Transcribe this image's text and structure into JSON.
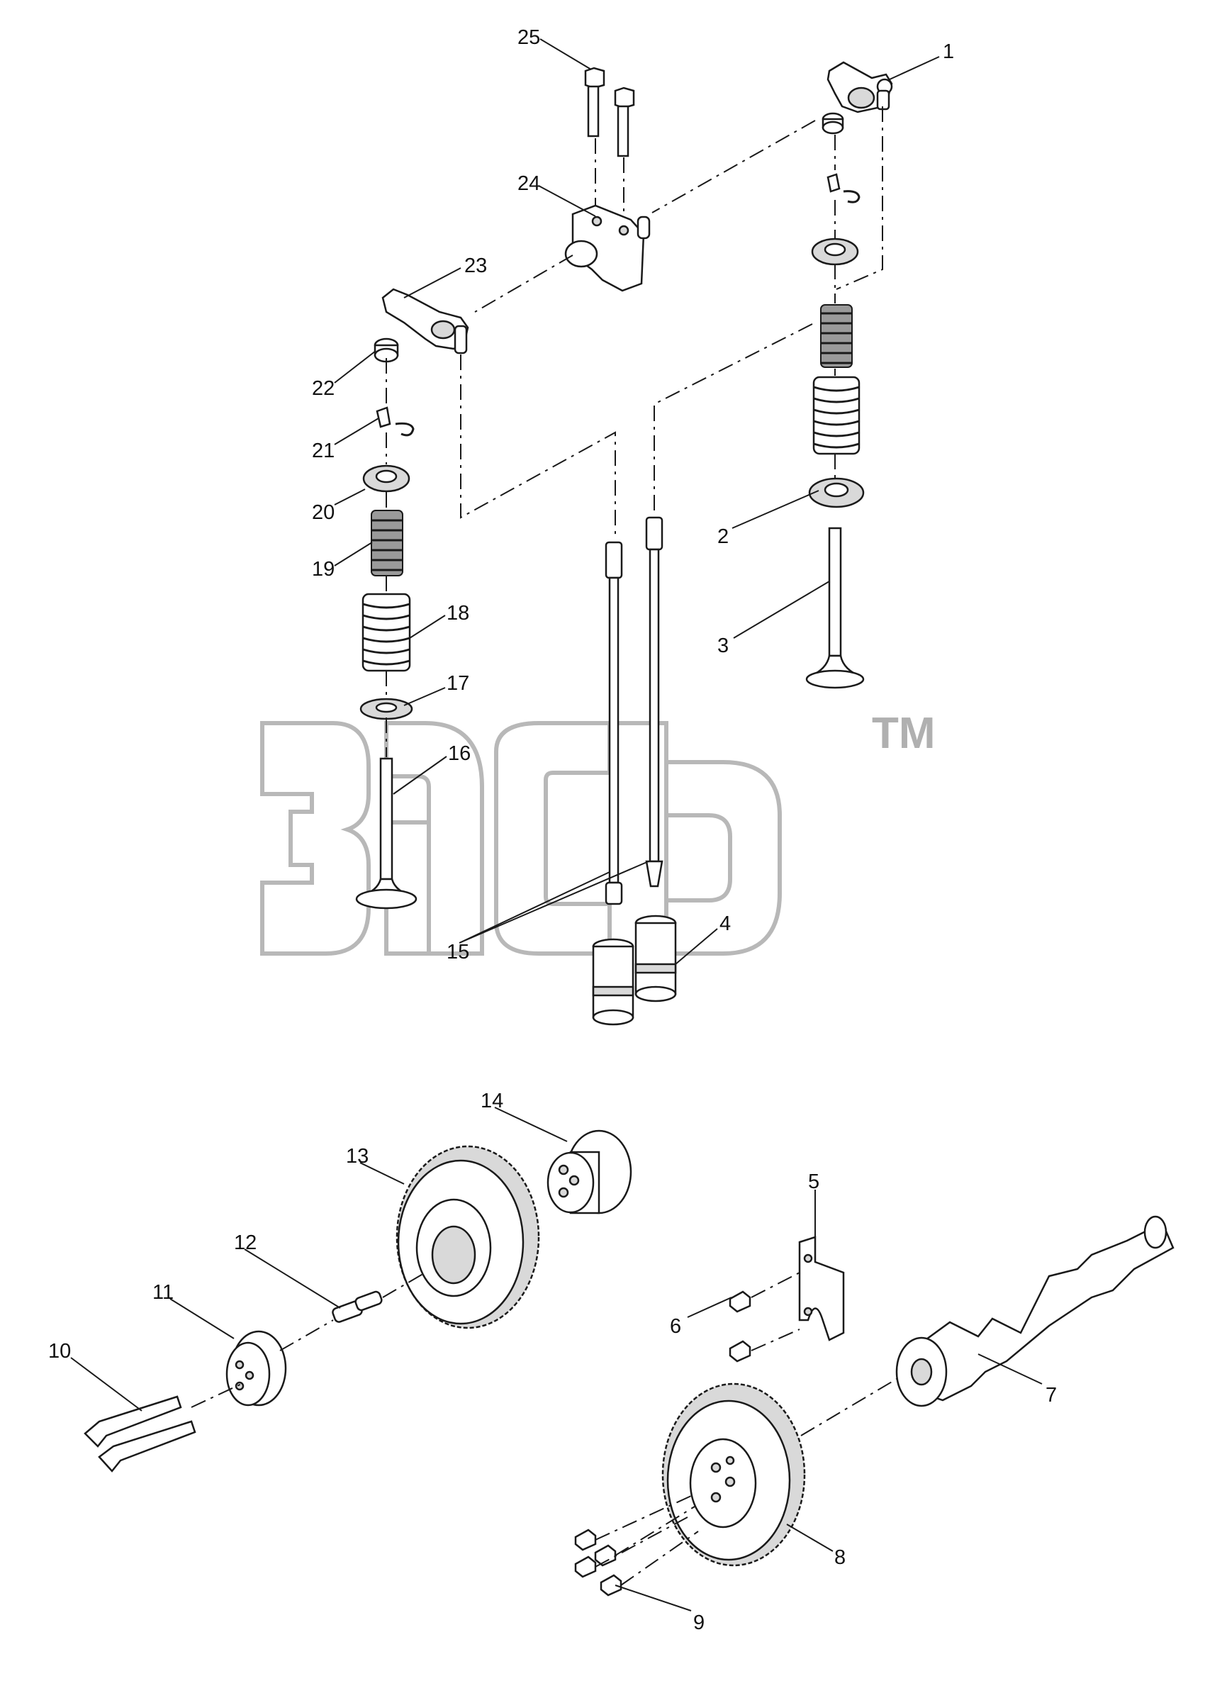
{
  "watermark": {
    "text": "3DTD",
    "trademark": "TM"
  },
  "callouts": [
    "1",
    "2",
    "3",
    "4",
    "5",
    "6",
    "7",
    "8",
    "9",
    "10",
    "11",
    "12",
    "13",
    "14",
    "15",
    "16",
    "17",
    "18",
    "19",
    "20",
    "21",
    "22",
    "23",
    "24",
    "25"
  ]
}
